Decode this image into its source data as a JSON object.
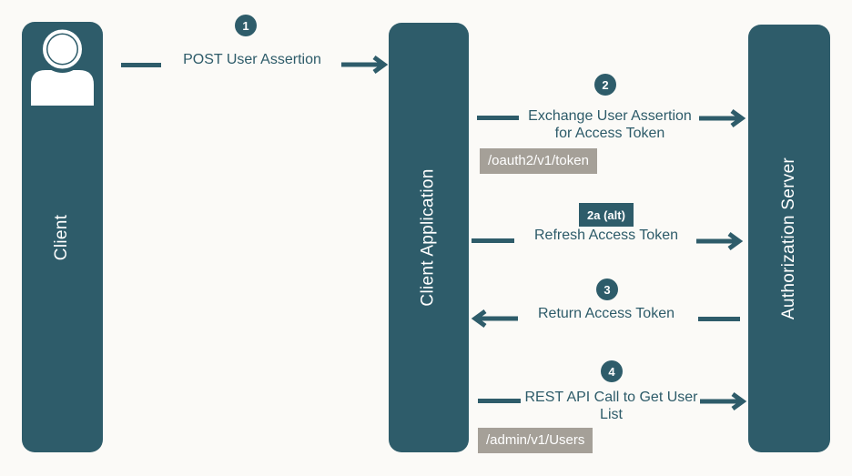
{
  "colors": {
    "lane_teal": "#2e5c6a",
    "text_teal": "#2d5b69",
    "endpoint_gray": "#a5a098",
    "background": "#fbfaf7"
  },
  "lanes": {
    "client": {
      "label": "Client",
      "icon": "person-icon"
    },
    "client_application": {
      "label": "Client Application"
    },
    "authorization_server": {
      "label": "Authorization Server"
    }
  },
  "messages": {
    "m1": {
      "step": "1",
      "label": "POST User Assertion",
      "from": "client",
      "to": "client_application",
      "direction": "right"
    },
    "m2": {
      "step": "2",
      "label": "Exchange User Assertion for Access Token",
      "endpoint": "/oauth2/v1/token",
      "from": "client_application",
      "to": "authorization_server",
      "direction": "right"
    },
    "m2a": {
      "step": "2a (alt)",
      "label": "Refresh Access Token",
      "from": "client_application",
      "to": "authorization_server",
      "direction": "right"
    },
    "m3": {
      "step": "3",
      "label": "Return Access Token",
      "from": "authorization_server",
      "to": "client_application",
      "direction": "left"
    },
    "m4": {
      "step": "4",
      "label": "REST API Call to Get User List",
      "endpoint": "/admin/v1/Users",
      "from": "client_application",
      "to": "authorization_server",
      "direction": "right"
    }
  }
}
